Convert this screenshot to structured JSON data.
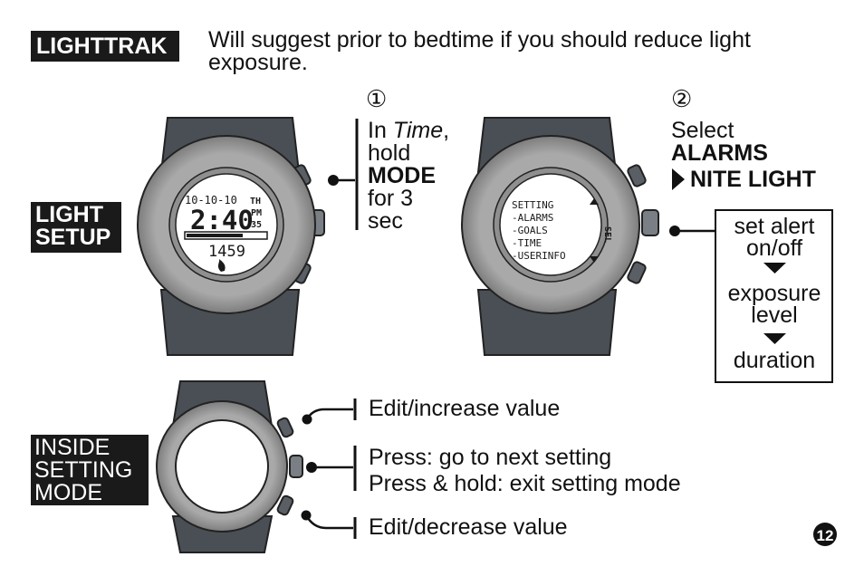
{
  "lighttrak": {
    "tag": "LIGHTTRAK",
    "line1": "Will suggest prior to bedtime if you should reduce light",
    "line2": "exposure."
  },
  "light_setup": {
    "tag_line1": "LIGHT",
    "tag_line2": "SETUP",
    "step1": {
      "number": "①",
      "in": "In ",
      "time": "Time",
      "comma": ",",
      "hold": "hold",
      "mode": "MODE",
      "for": "for 3",
      "sec": "sec"
    },
    "step2": {
      "number": "②",
      "select": "Select",
      "alarms": "ALARMS",
      "nite_light": "NITE LIGHT"
    },
    "options": {
      "set_alert_1": "set alert",
      "set_alert_2": "on/off",
      "exposure_1": "exposure",
      "exposure_2": "level",
      "duration": "duration"
    },
    "watch1_display": {
      "date": "10-10-10",
      "day": "TH",
      "time": "2:40",
      "pm": "PM",
      "seconds": "35",
      "steps": "1459"
    },
    "watch2_display": {
      "menu": [
        "SETTING",
        "-ALARMS",
        "-GOALS",
        "-TIME",
        "-USERINFO"
      ],
      "sel": "SEL"
    }
  },
  "inside_setting": {
    "tag_line1": "INSIDE",
    "tag_line2": "SETTING",
    "tag_line3": "MODE",
    "top_button": "Edit/increase value",
    "middle_press": "Press: go to next setting",
    "middle_hold": "Press & hold: exit setting mode",
    "bottom_button": "Edit/decrease value"
  },
  "page_number": "12"
}
